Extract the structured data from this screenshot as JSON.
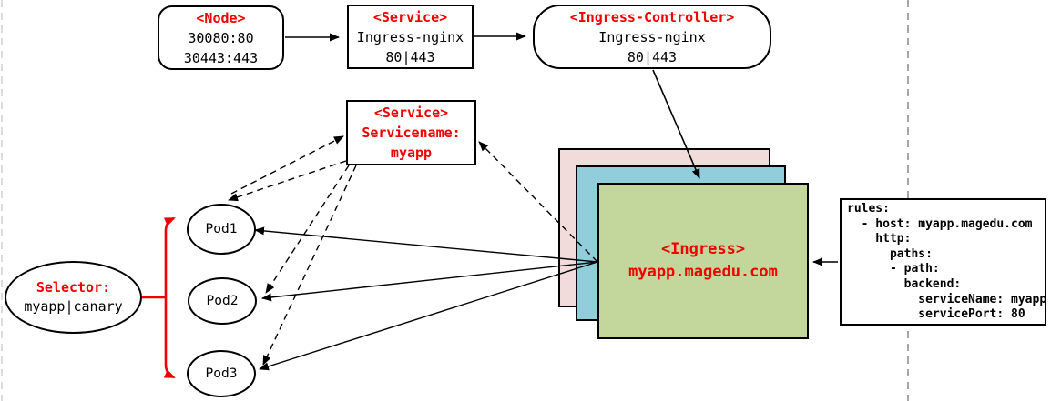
{
  "node_box": {
    "title": "<Node>",
    "line1": "30080:80",
    "line2": "30443:443"
  },
  "service_box": {
    "title": "<Service>",
    "line1": "Ingress-nginx",
    "line2": "80|443"
  },
  "controller_box": {
    "title": "<Ingress-Controller>",
    "line1": "Ingress-nginx",
    "line2": "80|443"
  },
  "service_myapp_box": {
    "title": "<Service>",
    "line1": "Servicename:",
    "line2": "myapp"
  },
  "ingress_box": {
    "title": "<Ingress>",
    "host": "myapp.magedu.com"
  },
  "selector": {
    "title": "Selector:",
    "value": "myapp|canary"
  },
  "pods": [
    {
      "label": "Pod1"
    },
    {
      "label": "Pod2"
    },
    {
      "label": "Pod3"
    }
  ],
  "rules_box": {
    "lines": [
      "rules:",
      "  - host: myapp.magedu.com",
      "    http:",
      "      paths:",
      "      - path:",
      "        backend:",
      "          serviceName: myapp",
      "          servicePort: 80"
    ]
  },
  "colors": {
    "accent_red": "#f00000",
    "layer_pink": "#f2dcdb",
    "layer_blue": "#92cddc",
    "layer_green": "#c3d69b",
    "page_break_gray": "#a6a6a6",
    "page_break_light": "#d9d9d9"
  }
}
